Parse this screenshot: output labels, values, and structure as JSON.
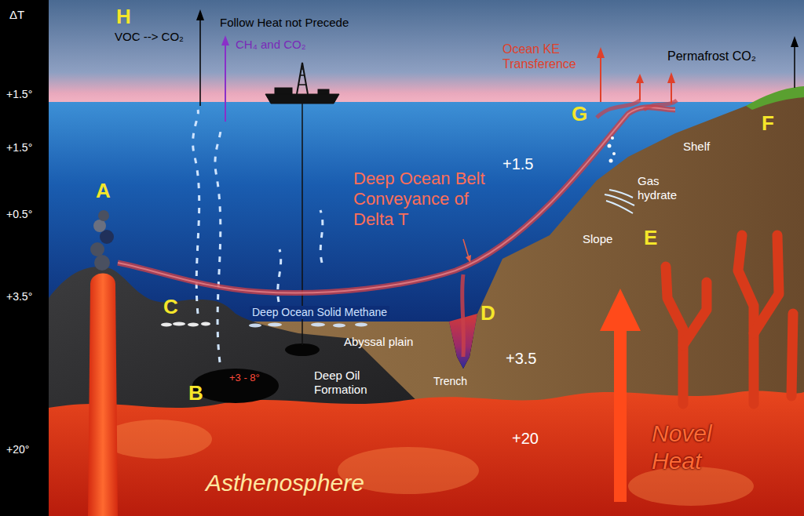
{
  "diagram": {
    "labels": [
      "ΔT",
      "H",
      "VOC --> CO₂",
      "Follow Heat not Precede",
      "CH₄ and CO₂",
      "Ocean KE Transference",
      "Permafrost CO₂",
      "+1.5°",
      "+1.5°",
      "G",
      "F",
      "+1.5",
      "Shelf",
      "Deep Ocean Belt Conveyance of Delta T",
      "Gas hydrate",
      "A",
      "+0.5°",
      "Slope",
      "E",
      "+3.5°",
      "C",
      "D",
      "Deep Ocean Solid Methane",
      "Abyssal plain",
      "+3.5",
      "+3 - 8°",
      "Trench",
      "B",
      "Deep Oil Formation",
      "+20",
      "+20°",
      "Novel Heat",
      "Asthenosphere"
    ]
  }
}
